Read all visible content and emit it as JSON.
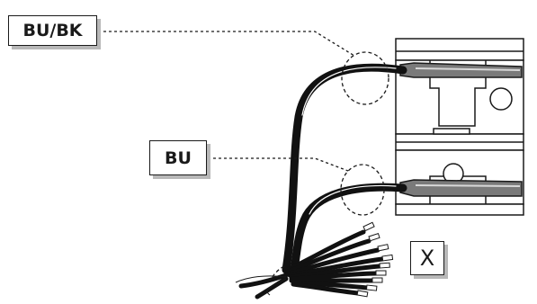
{
  "labels": {
    "wire_top": "BU/BK",
    "wire_bottom": "BU",
    "marker": "X"
  },
  "colors": {
    "stroke": "#1a1a1a",
    "shadow": "#b8b8b8",
    "wire_fill": "#111111",
    "terminal_gray": "#7a7a7a"
  }
}
